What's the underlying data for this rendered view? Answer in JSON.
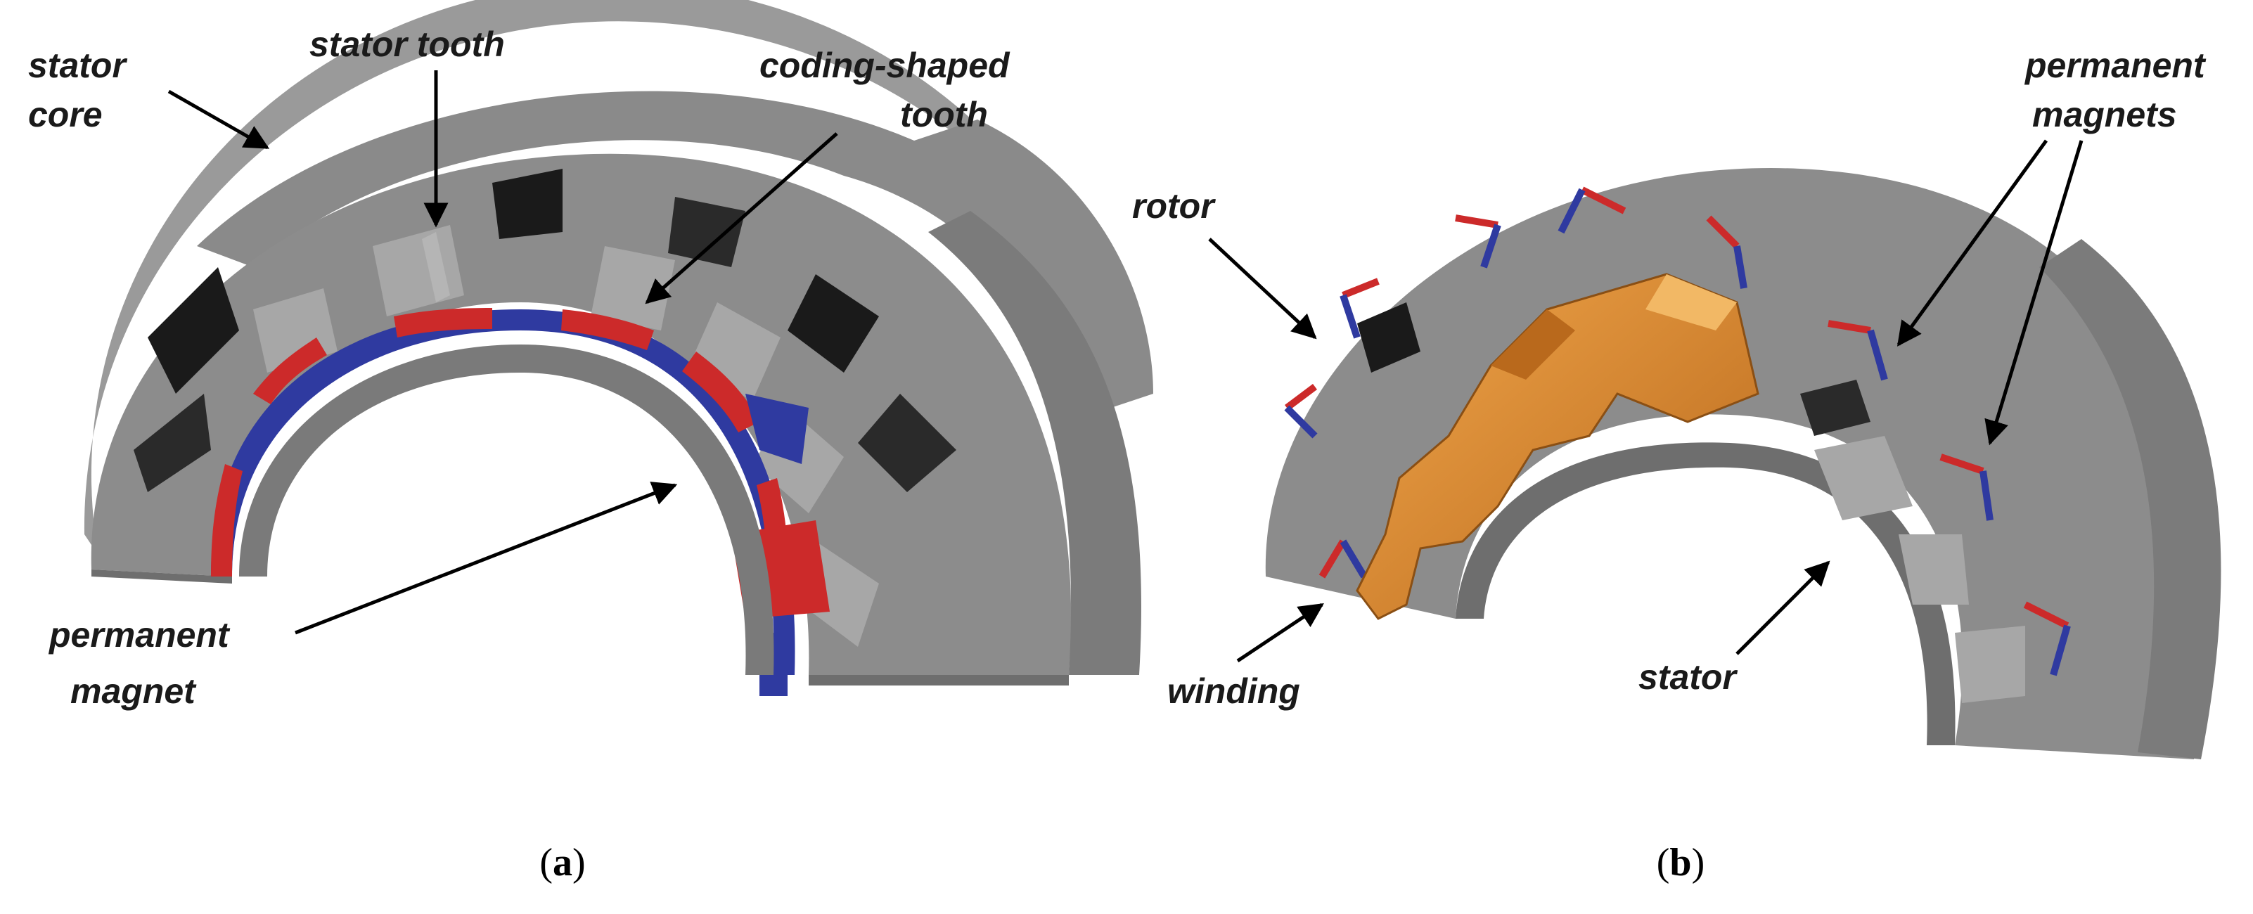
{
  "panel_a": {
    "labels": {
      "stator_core_line1": "stator",
      "stator_core_line2": "core",
      "stator_tooth": "stator tooth",
      "coding_tooth_line1": "coding-shaped",
      "coding_tooth_line2": "tooth",
      "pm_line1": "permanent",
      "pm_line2": "magnet"
    },
    "caption": {
      "open": "(",
      "letter": "a",
      "close": ")"
    }
  },
  "panel_b": {
    "labels": {
      "rotor": "rotor",
      "pm_line1": "permanent",
      "pm_line2": "magnets",
      "winding": "winding",
      "stator": "stator"
    },
    "caption": {
      "open": "(",
      "letter": "b",
      "close": ")"
    }
  },
  "colors": {
    "steel": "#8c8c8c",
    "steel_light": "#a3a3a3",
    "steel_dark": "#6f6f6f",
    "magnet_red": "#cc2a2a",
    "magnet_blue": "#2f3aa0",
    "winding_copper": "#d9892e"
  }
}
